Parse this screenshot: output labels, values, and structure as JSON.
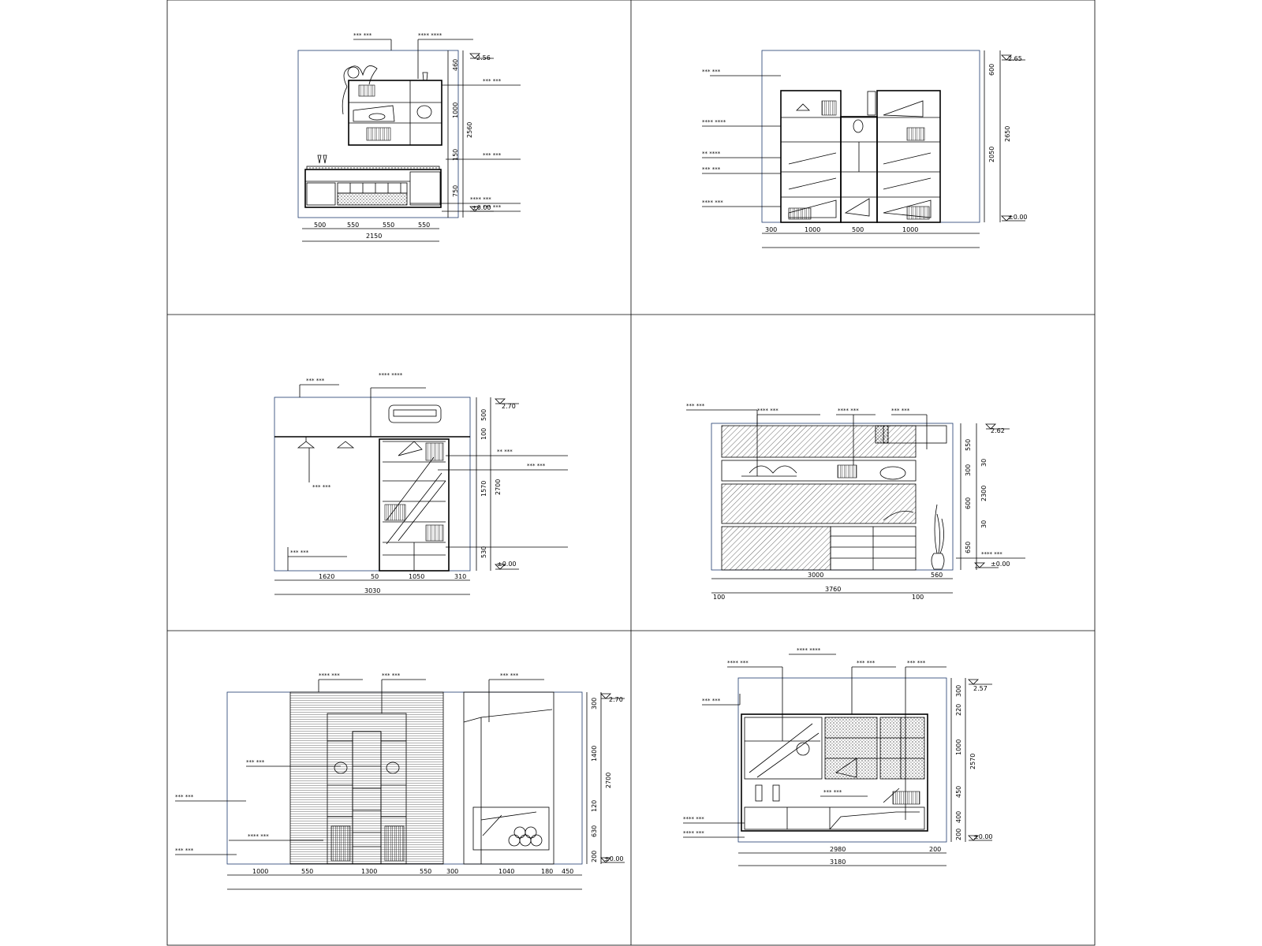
{
  "panels": [
    {
      "id": "p1",
      "top_labels": [
        "*** ***",
        "**** ****"
      ],
      "side_labels": [
        "*** ***",
        "*** ***",
        "**** ***",
        "*** ***"
      ],
      "level": "2.56",
      "base_level": "±0.00",
      "horizontal_dims": [
        "500",
        "550",
        "550",
        "550"
      ],
      "total_dim": "2150",
      "vertical_dims": [
        "460",
        "1000",
        "150",
        "750"
      ],
      "overall_vertical": "2560"
    },
    {
      "id": "p2",
      "side_labels": [
        "*** ***",
        "**** ****",
        "** ****",
        "*** ***",
        "**** ***"
      ],
      "level": "2.65",
      "base_level": "±0.00",
      "horizontal_dims": [
        "300",
        "1000",
        "500",
        "1000"
      ],
      "vertical_dims": [
        "600",
        "2050"
      ],
      "overall_vertical": "2650"
    },
    {
      "id": "p3",
      "top_labels": [
        "*** ***",
        "**** ****"
      ],
      "side_labels": [
        "** ***",
        "*** ***",
        "*** ***",
        "*** ***"
      ],
      "level": "2.70",
      "base_level": "±0.00",
      "horizontal_dims": [
        "1620",
        "50",
        "1050",
        "310"
      ],
      "total_dim": "3030",
      "vertical_dims": [
        "500",
        "100",
        "1570",
        "530"
      ],
      "overall_vertical": "2700"
    },
    {
      "id": "p4",
      "top_labels": [
        "*** ***",
        "**** ***",
        "**** ***",
        "*** ***"
      ],
      "side_labels": [
        "**** ***"
      ],
      "level": "2.62",
      "base_level": "±0.00",
      "horizontal_dims": [
        "3000",
        "560"
      ],
      "total_dim": "3760",
      "edge_dims": [
        "100",
        "100"
      ],
      "vertical_dims": [
        "550",
        "300",
        "30",
        "600",
        "30",
        "650"
      ],
      "overall_vertical": "2300"
    },
    {
      "id": "p5",
      "top_labels": [
        "**** ***",
        "*** ***",
        "*** ***"
      ],
      "side_labels": [
        "*** ***",
        "*** ***",
        "**** ***",
        "*** ***"
      ],
      "level": "2.70",
      "base_level": "±0.00",
      "horizontal_dims": [
        "1000",
        "550",
        "1300",
        "550",
        "300",
        "1040",
        "180",
        "450"
      ],
      "vertical_dims": [
        "300",
        "1400",
        "120",
        "630",
        "200"
      ],
      "overall_vertical": "2700"
    },
    {
      "id": "p6",
      "top_labels": [
        "**** ***",
        "**** ****",
        "*** ***",
        "*** ***"
      ],
      "side_labels": [
        "*** ***",
        "*** ***",
        "**** ***",
        "**** ***"
      ],
      "level": "2.57",
      "base_level": "±0.00",
      "horizontal_dims": [
        "2980",
        "200"
      ],
      "total_dim": "3180",
      "vertical_dims": [
        "300",
        "220",
        "1000",
        "450",
        "400",
        "200"
      ],
      "overall_vertical": "2570"
    }
  ]
}
